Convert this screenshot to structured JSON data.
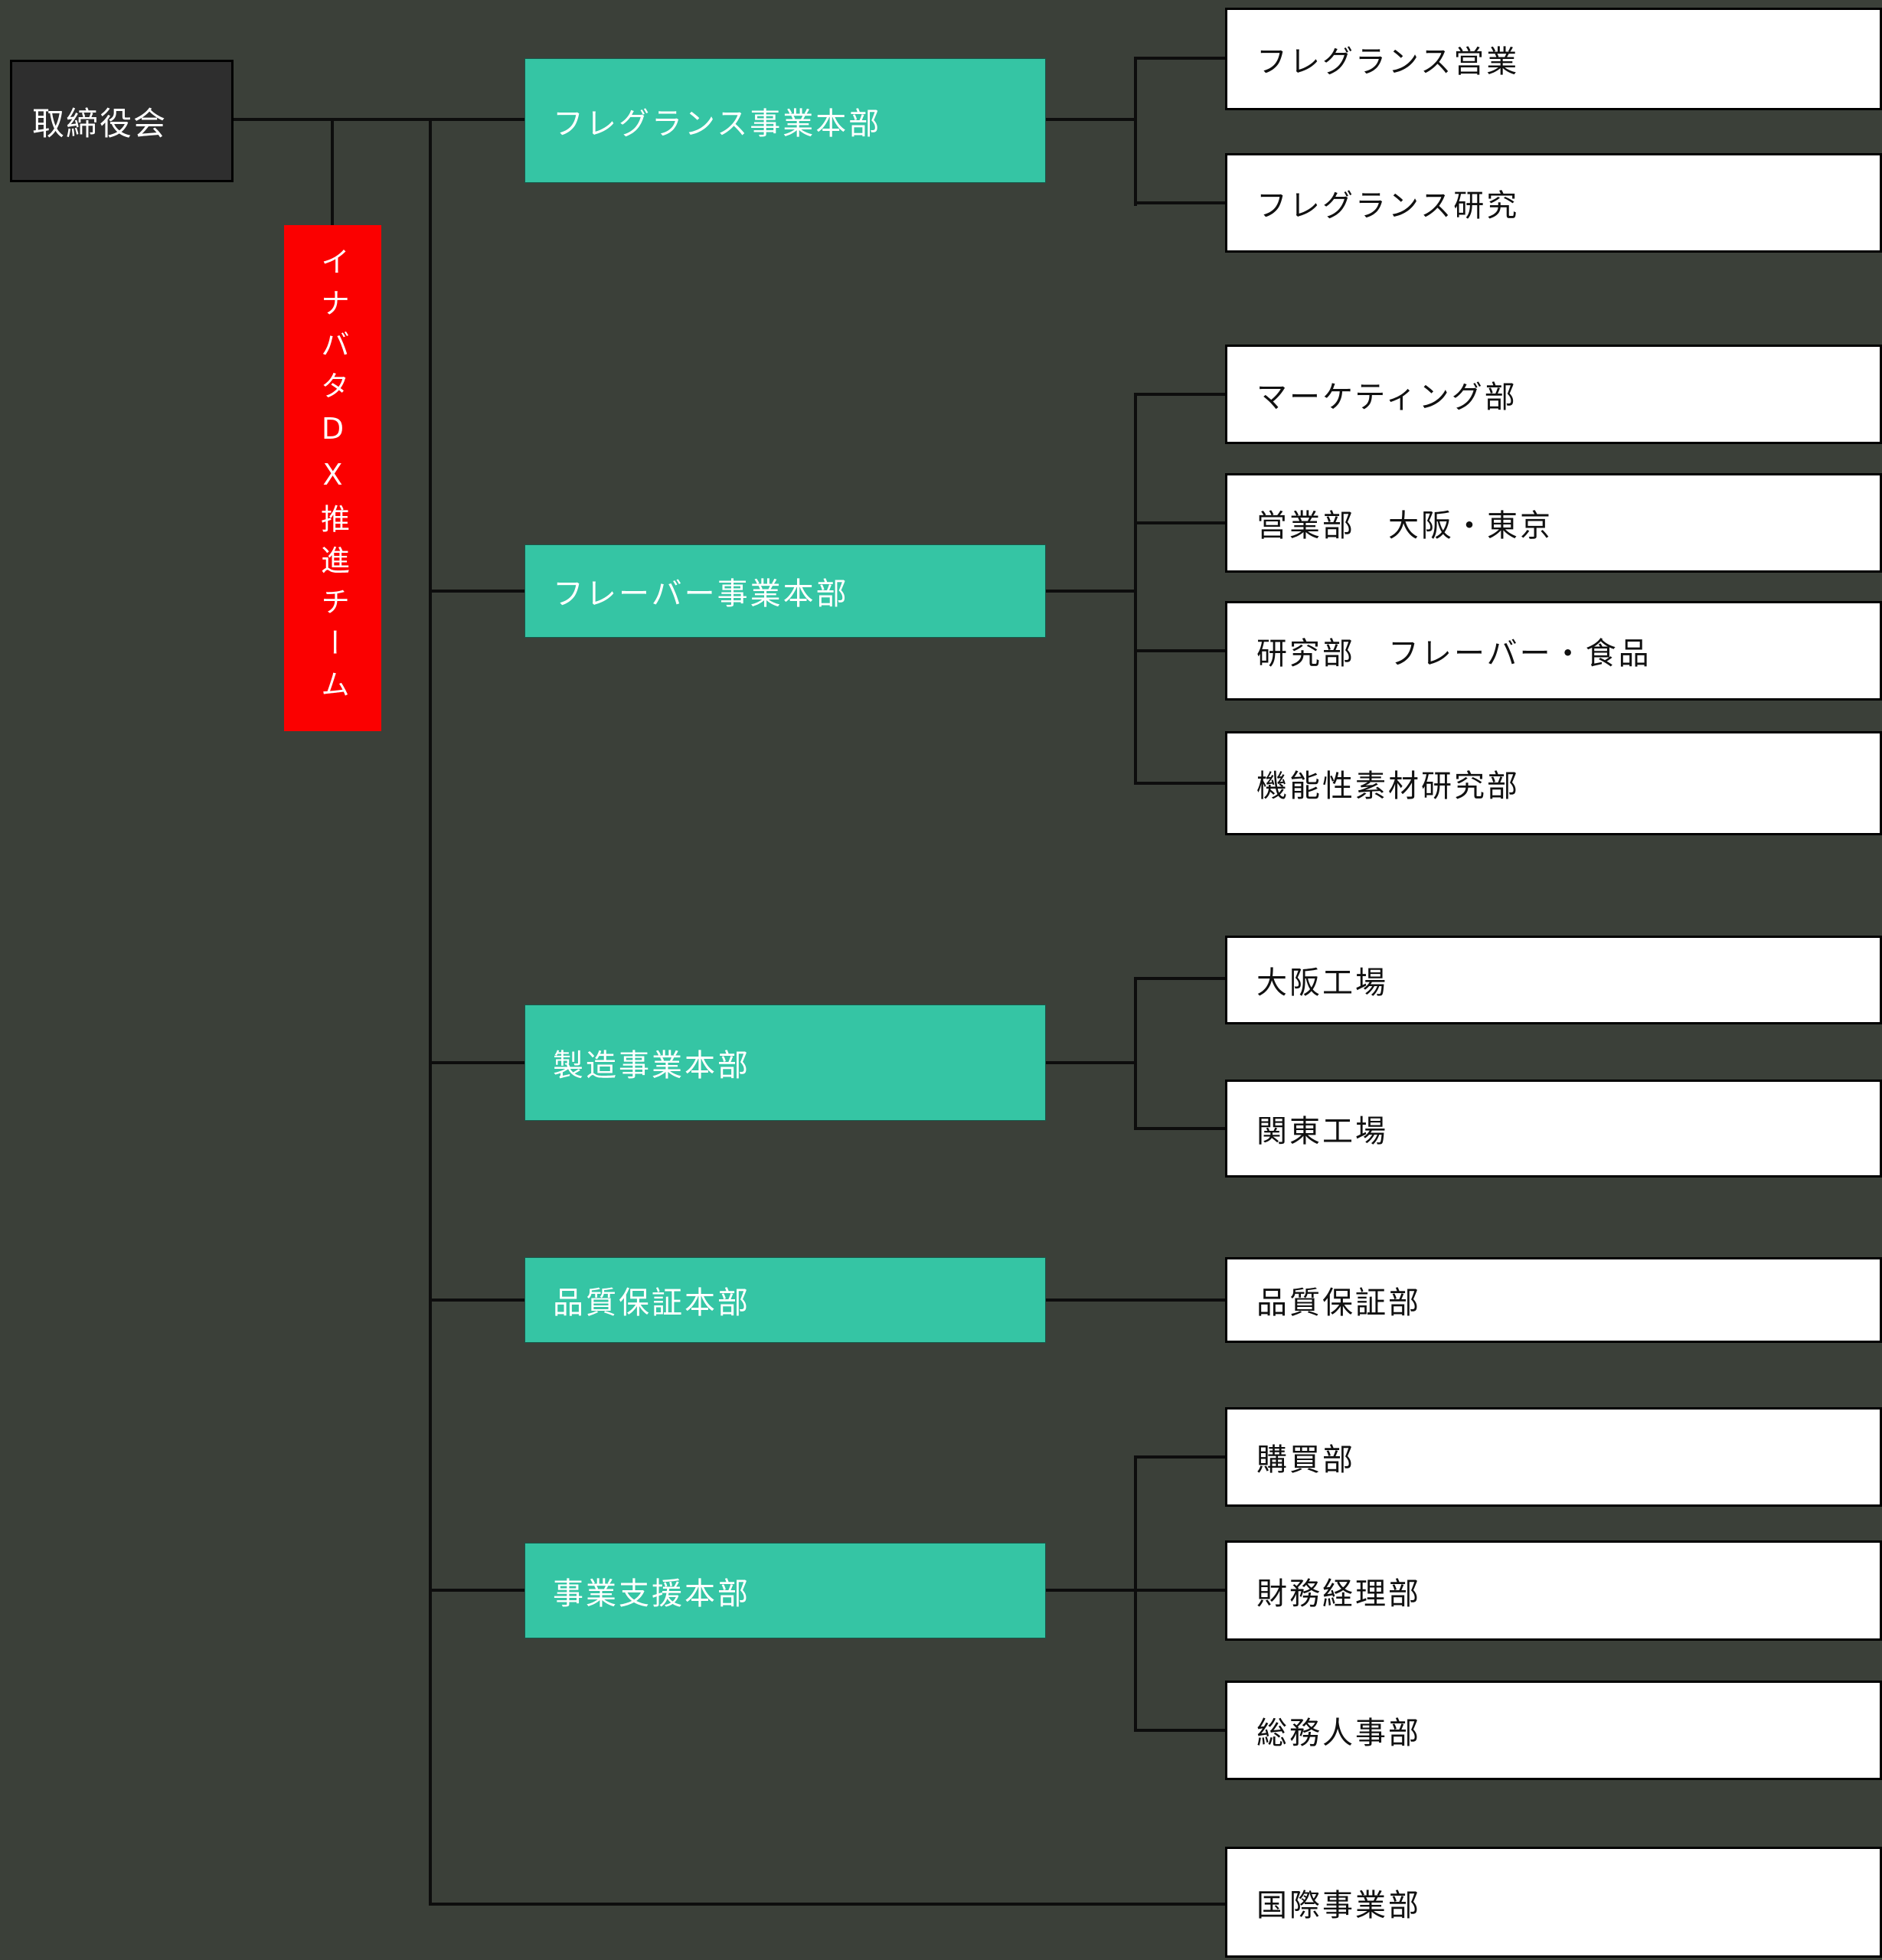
{
  "org": {
    "root": {
      "label": "取締役会"
    },
    "dx_team": {
      "label": "イナバタDX推進チーム"
    },
    "divisions": [
      {
        "label": "フレグランス事業本部",
        "children": [
          "フレグランス営業",
          "フレグランス研究"
        ]
      },
      {
        "label": "フレーバー事業本部",
        "children": [
          "マーケティング部",
          "営業部　大阪・東京",
          "研究部　フレーバー・食品",
          "機能性素材研究部"
        ]
      },
      {
        "label": "製造事業本部",
        "children": [
          "大阪工場",
          "関東工場"
        ]
      },
      {
        "label": "品質保証本部",
        "children": [
          "品質保証部"
        ]
      },
      {
        "label": "事業支援本部",
        "children": [
          "購買部",
          "財務経理部",
          "総務人事部"
        ]
      }
    ],
    "direct_department": {
      "label": "国際事業部"
    },
    "colors": {
      "bg": "#3b4039",
      "teal": "#35c5a4",
      "red": "#fb0000",
      "dark": "#2e2e2e",
      "line": "#0d0d0d",
      "boxtext": "#111111"
    }
  }
}
